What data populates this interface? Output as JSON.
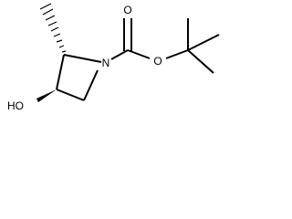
{
  "molecule": {
    "atoms": {
      "ring_nitrogen": "N",
      "carbonyl_oxygen": "O",
      "ester_oxygen": "O",
      "hydroxyl": "HO"
    }
  }
}
